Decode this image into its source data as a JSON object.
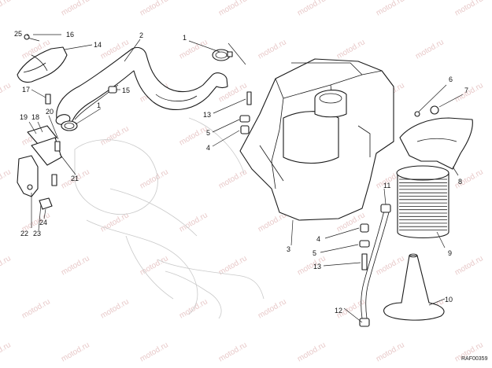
{
  "diagram": {
    "drawing_code": "RAF00359",
    "watermark": "motod.ru",
    "callouts": [
      "1",
      "1",
      "2",
      "3",
      "4",
      "4",
      "5",
      "5",
      "6",
      "7",
      "8",
      "9",
      "10",
      "11",
      "12",
      "13",
      "13",
      "14",
      "15",
      "16",
      "17",
      "18",
      "19",
      "20",
      "21",
      "22",
      "23",
      "24",
      "25"
    ]
  }
}
